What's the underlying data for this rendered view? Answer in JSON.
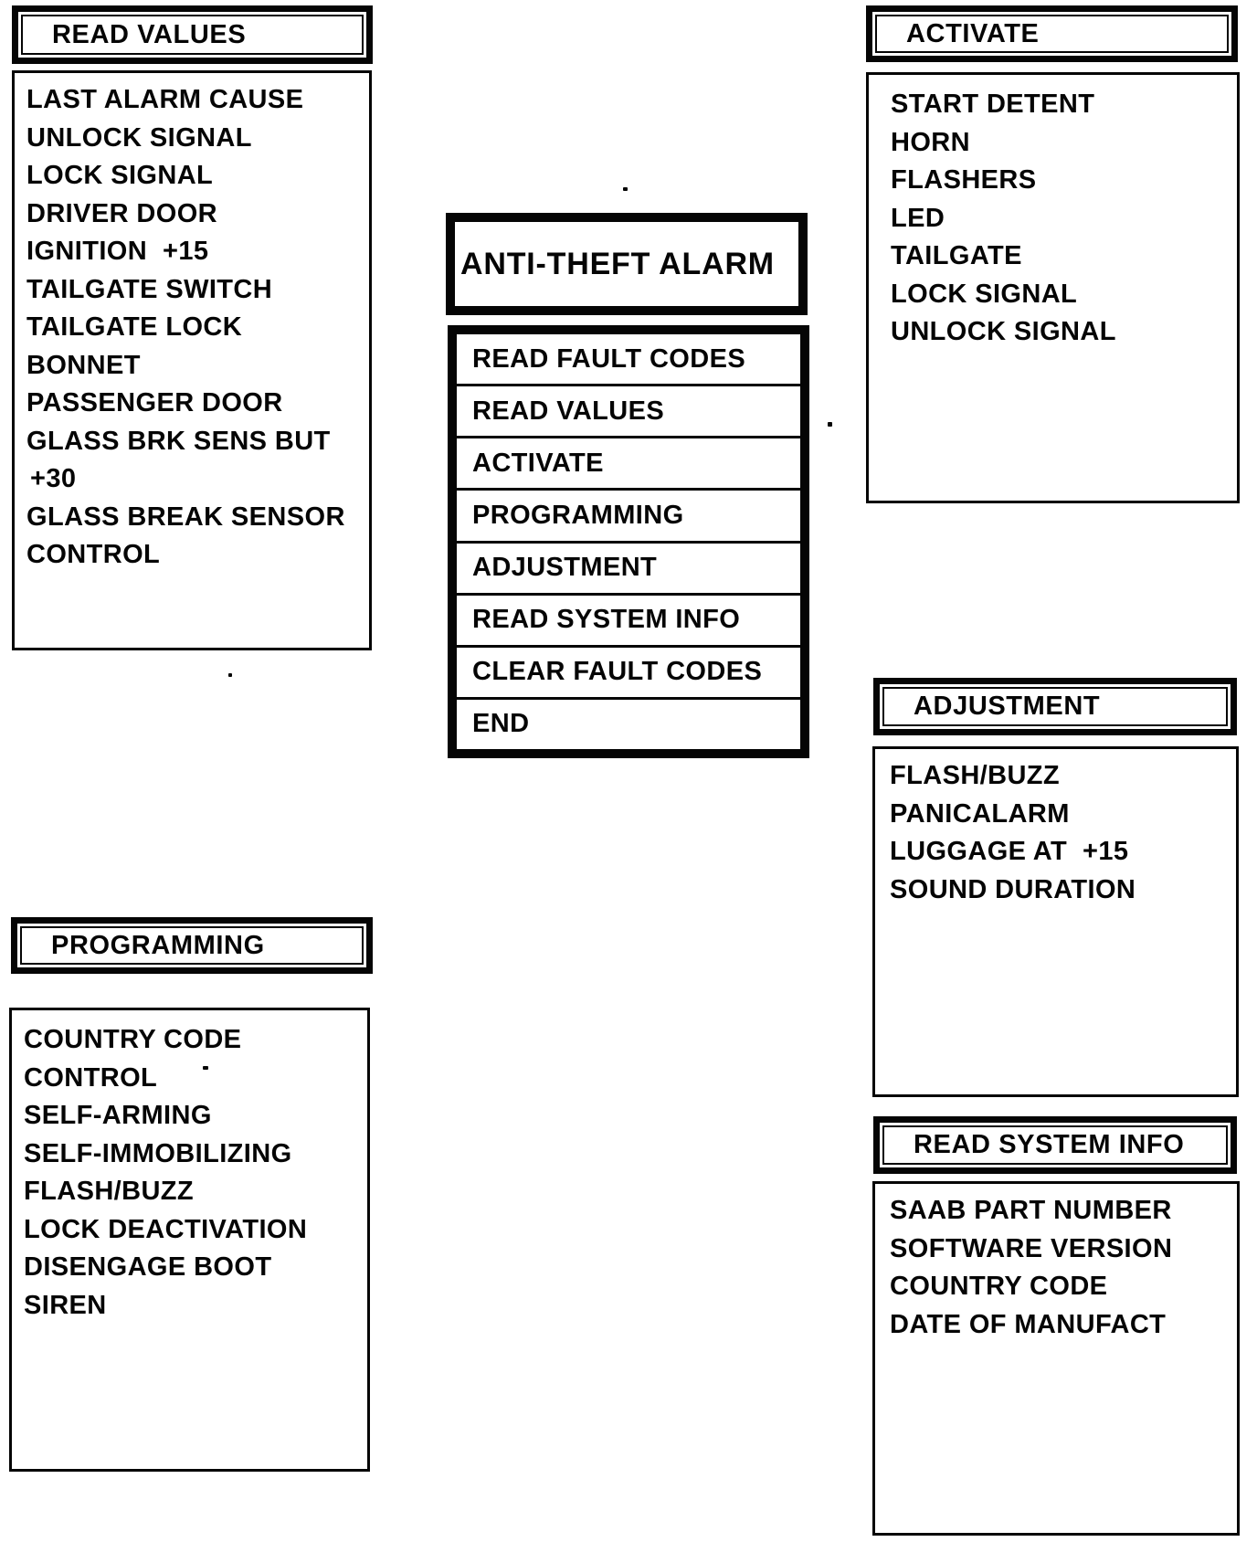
{
  "figure": {
    "title": "ANTI-THEFT ALARM",
    "ink": "#050505",
    "paper": "#ffffff"
  },
  "main_menu": {
    "items": [
      "READ FAULT CODES",
      "READ VALUES",
      "ACTIVATE",
      "PROGRAMMING",
      "ADJUSTMENT",
      "READ SYSTEM INFO",
      "CLEAR FAULT CODES",
      "END"
    ]
  },
  "read_values": {
    "header": "READ VALUES",
    "items": [
      "LAST ALARM CAUSE",
      "UNLOCK SIGNAL",
      "LOCK SIGNAL",
      "DRIVER DOOR",
      "IGNITION  +15",
      "TAILGATE SWITCH",
      "TAILGATE LOCK",
      "BONNET",
      "PASSENGER DOOR",
      "GLASS BRK SENS BUT",
      "+30",
      "GLASS BREAK SENSOR",
      "CONTROL"
    ]
  },
  "activate": {
    "header": "ACTIVATE",
    "items": [
      "START DETENT",
      "HORN",
      "FLASHERS",
      "LED",
      "TAILGATE",
      "LOCK SIGNAL",
      "UNLOCK SIGNAL"
    ]
  },
  "programming": {
    "header": "PROGRAMMING",
    "items": [
      "COUNTRY CODE",
      "CONTROL",
      "SELF-ARMING",
      "SELF-IMMOBILIZING",
      "FLASH/BUZZ",
      "LOCK DEACTIVATION",
      "DISENGAGE BOOT",
      "SIREN"
    ]
  },
  "adjustment": {
    "header": "ADJUSTMENT",
    "items": [
      "FLASH/BUZZ",
      "PANICALARM",
      "LUGGAGE AT  +15",
      "SOUND DURATION"
    ]
  },
  "read_system_info": {
    "header": "READ SYSTEM INFO",
    "items": [
      "SAAB PART NUMBER",
      "SOFTWARE VERSION",
      "COUNTRY CODE",
      "DATE OF MANUFACT"
    ]
  }
}
